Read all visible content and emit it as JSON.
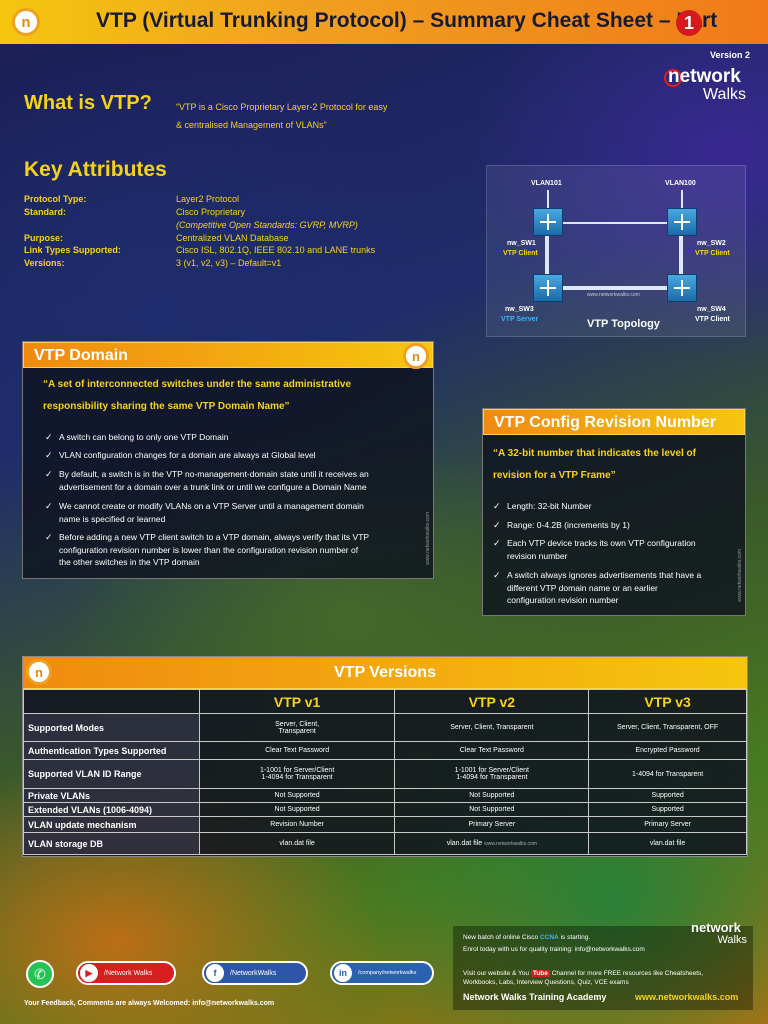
{
  "header": {
    "title": "VTP (Virtual Trunking Protocol) – Summary Cheat Sheet – Part",
    "part_number": "1",
    "logo": "n"
  },
  "version": "Version 2",
  "brand": {
    "line1": "network",
    "line2": "Walks"
  },
  "what_is": {
    "heading": "What is VTP?",
    "desc_line1": "“VTP is a Cisco Proprietary Layer-2 Protocol for easy",
    "desc_line2": "& centralised Management of VLANs”"
  },
  "key_attributes": {
    "heading": "Key Attributes",
    "rows": [
      {
        "label": "Protocol Type:",
        "value": "Layer2 Protocol"
      },
      {
        "label": "Standard:",
        "value": "Cisco Proprietary"
      },
      {
        "label": "",
        "value": "(Competitive Open Standards: GVRP, MVRP)"
      },
      {
        "label": "Purpose:",
        "value": "Centralized VLAN Database"
      },
      {
        "label": "Link Types Supported:",
        "value": "Cisco ISL, 802.1Q, IEEE 802.10 and LANE trunks"
      },
      {
        "label": "Versions:",
        "value": "3 (v1, v2, v3) – Default=v1"
      }
    ]
  },
  "topology": {
    "title": "VTP Topology",
    "watermark": "www.networkwalks.com",
    "vlan_left": "VLAN101",
    "vlan_right": "VLAN100",
    "switches": [
      {
        "name": "nw_SW1",
        "role": "VTP Client"
      },
      {
        "name": "nw_SW2",
        "role": "VTP Client"
      },
      {
        "name": "nw_SW3",
        "role": "VTP Server"
      },
      {
        "name": "nw_SW4",
        "role": "VTP Client"
      }
    ]
  },
  "vtp_domain": {
    "title": "VTP Domain",
    "quote_line1": "“A set of interconnected switches under the same administrative",
    "quote_line2": "responsibility sharing the same VTP Domain Name”",
    "bullets": [
      [
        "A switch can belong to only one VTP Domain"
      ],
      [
        "VLAN configuration changes for a domain are always at Global level"
      ],
      [
        "By default, a switch is in the VTP no-management-domain state until it receives an",
        "advertisement for a domain over a trunk link or until we configure a Domain Name"
      ],
      [
        "We cannot create or modify VLANs on a VTP Server until a management domain",
        "name is specified or learned"
      ],
      [
        "Before adding a new  VTP client switch to a VTP domain, always verify that its VTP",
        "configuration revision number is lower than the configuration revision number of",
        "the other switches in the VTP domain"
      ]
    ],
    "watermark": "www.networkwalks.com"
  },
  "revision": {
    "title": "VTP Config Revision Number",
    "quote_line1": "“A 32-bit number that indicates the level of",
    "quote_line2": "revision for a VTP Frame”",
    "bullets": [
      [
        "Length: 32-bit Number"
      ],
      [
        "Range: 0-4.2B (increments by 1)"
      ],
      [
        "Each VTP device tracks its own VTP configuration",
        "revision number"
      ],
      [
        "A switch always ignores advertisements that have a",
        "different VTP domain name or an earlier",
        "configuration revision number"
      ]
    ],
    "watermark": "www.networkwalks.com"
  },
  "versions_table": {
    "title": "VTP Versions",
    "columns": [
      "VTP v1",
      "VTP v2",
      "VTP v3"
    ],
    "rows": [
      {
        "label": "Supported Modes",
        "v1": [
          "Server, Client,",
          "Transparent"
        ],
        "v2": [
          "Server, Client, Transparent"
        ],
        "v3": [
          "Server, Client, Transparent, OFF"
        ]
      },
      {
        "label": "Authentication Types Supported",
        "v1": [
          "Clear Text Password"
        ],
        "v2": [
          "Clear Text Password"
        ],
        "v3": [
          "Encrypted Password"
        ]
      },
      {
        "label": "Supported VLAN ID Range",
        "v1": [
          "1-1001 for Server/Client",
          "1-4094 for Transparent"
        ],
        "v2": [
          "1-1001 for Server/Client",
          "1-4094 for Transparent"
        ],
        "v3": [
          "1-4094 for Transparent"
        ]
      },
      {
        "label": "Private VLANs",
        "v1": [
          "Not Supported"
        ],
        "v2": [
          "Not Supported"
        ],
        "v3": [
          "Supported"
        ]
      },
      {
        "label": "Extended VLANs (1006-4094)",
        "v1": [
          "Not Supported"
        ],
        "v2": [
          "Not Supported"
        ],
        "v3": [
          "Supported"
        ]
      },
      {
        "label": "VLAN update mechanism",
        "v1": [
          "Revision Number"
        ],
        "v2": [
          "Primary Server"
        ],
        "v3": [
          "Primary Server"
        ]
      },
      {
        "label": "VLAN storage DB",
        "v1": [
          "vlan.dat file"
        ],
        "v2": [
          "vlan.dat file"
        ],
        "v3": [
          "vlan.dat file"
        ]
      }
    ],
    "watermark": "www.networkwalks.com"
  },
  "social": {
    "youtube": "/Network Walks",
    "facebook": "/NetworkWalks",
    "linkedin": "/company/networkwalks"
  },
  "promo": {
    "line1_pre": "New batch of online Cisco",
    "line1_ccna": "CCNA",
    "line1_post": "is starting.",
    "line2": "Enrol today with us for quality training: info@networkwalks.com",
    "line3_pre": "Visit our website & You",
    "line3_tube": "Tube",
    "line3_post": "Channel for more FREE resources like Cheatsheets,",
    "line4": "Workbooks, Labs, Interview Questions, Quiz, VCE exams",
    "academy": "Network Walks Training Academy",
    "website": "www.networkwalks.com"
  },
  "feedback": "Your Feedback, Comments are always Welcomed: info@networkwalks.com"
}
